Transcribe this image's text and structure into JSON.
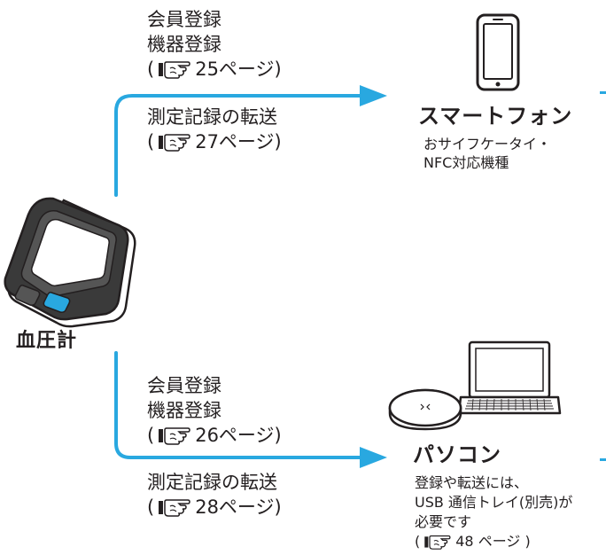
{
  "top_route": {
    "line1": "会員登録",
    "line2": "機器登録",
    "ref_prefix": "(",
    "ref_page": "25ページ)",
    "line4": "測定記録の転送",
    "ref2_prefix": "(",
    "ref2_page": "27ページ)"
  },
  "smartphone": {
    "title": "スマートフォン",
    "desc1": "おサイフケータイ・",
    "desc2": "NFC対応機種"
  },
  "device": {
    "label": "血圧計"
  },
  "bottom_route": {
    "line1": "会員登録",
    "line2": "機器登録",
    "ref_prefix": "(",
    "ref_page": "26ページ)",
    "line4": "測定記録の転送",
    "ref2_prefix": "(",
    "ref2_page": "28ページ)"
  },
  "pc": {
    "title": "パソコン",
    "desc1": "登録や転送には、",
    "desc2": "USB 通信トレイ(別売)が",
    "desc3": "必要です",
    "ref_prefix": "(",
    "ref_page": "48 ページ )"
  },
  "colors": {
    "arrow": "#29a8e0",
    "button_blue": "#29a8e0",
    "text": "#231f20",
    "edge_mark": "#29a8e0"
  },
  "icons": {
    "reference": "pointing-hand-icon",
    "smartphone": "smartphone-icon",
    "laptop": "laptop-icon",
    "tray": "usb-tray-icon",
    "monitor": "blood-pressure-monitor-icon"
  }
}
